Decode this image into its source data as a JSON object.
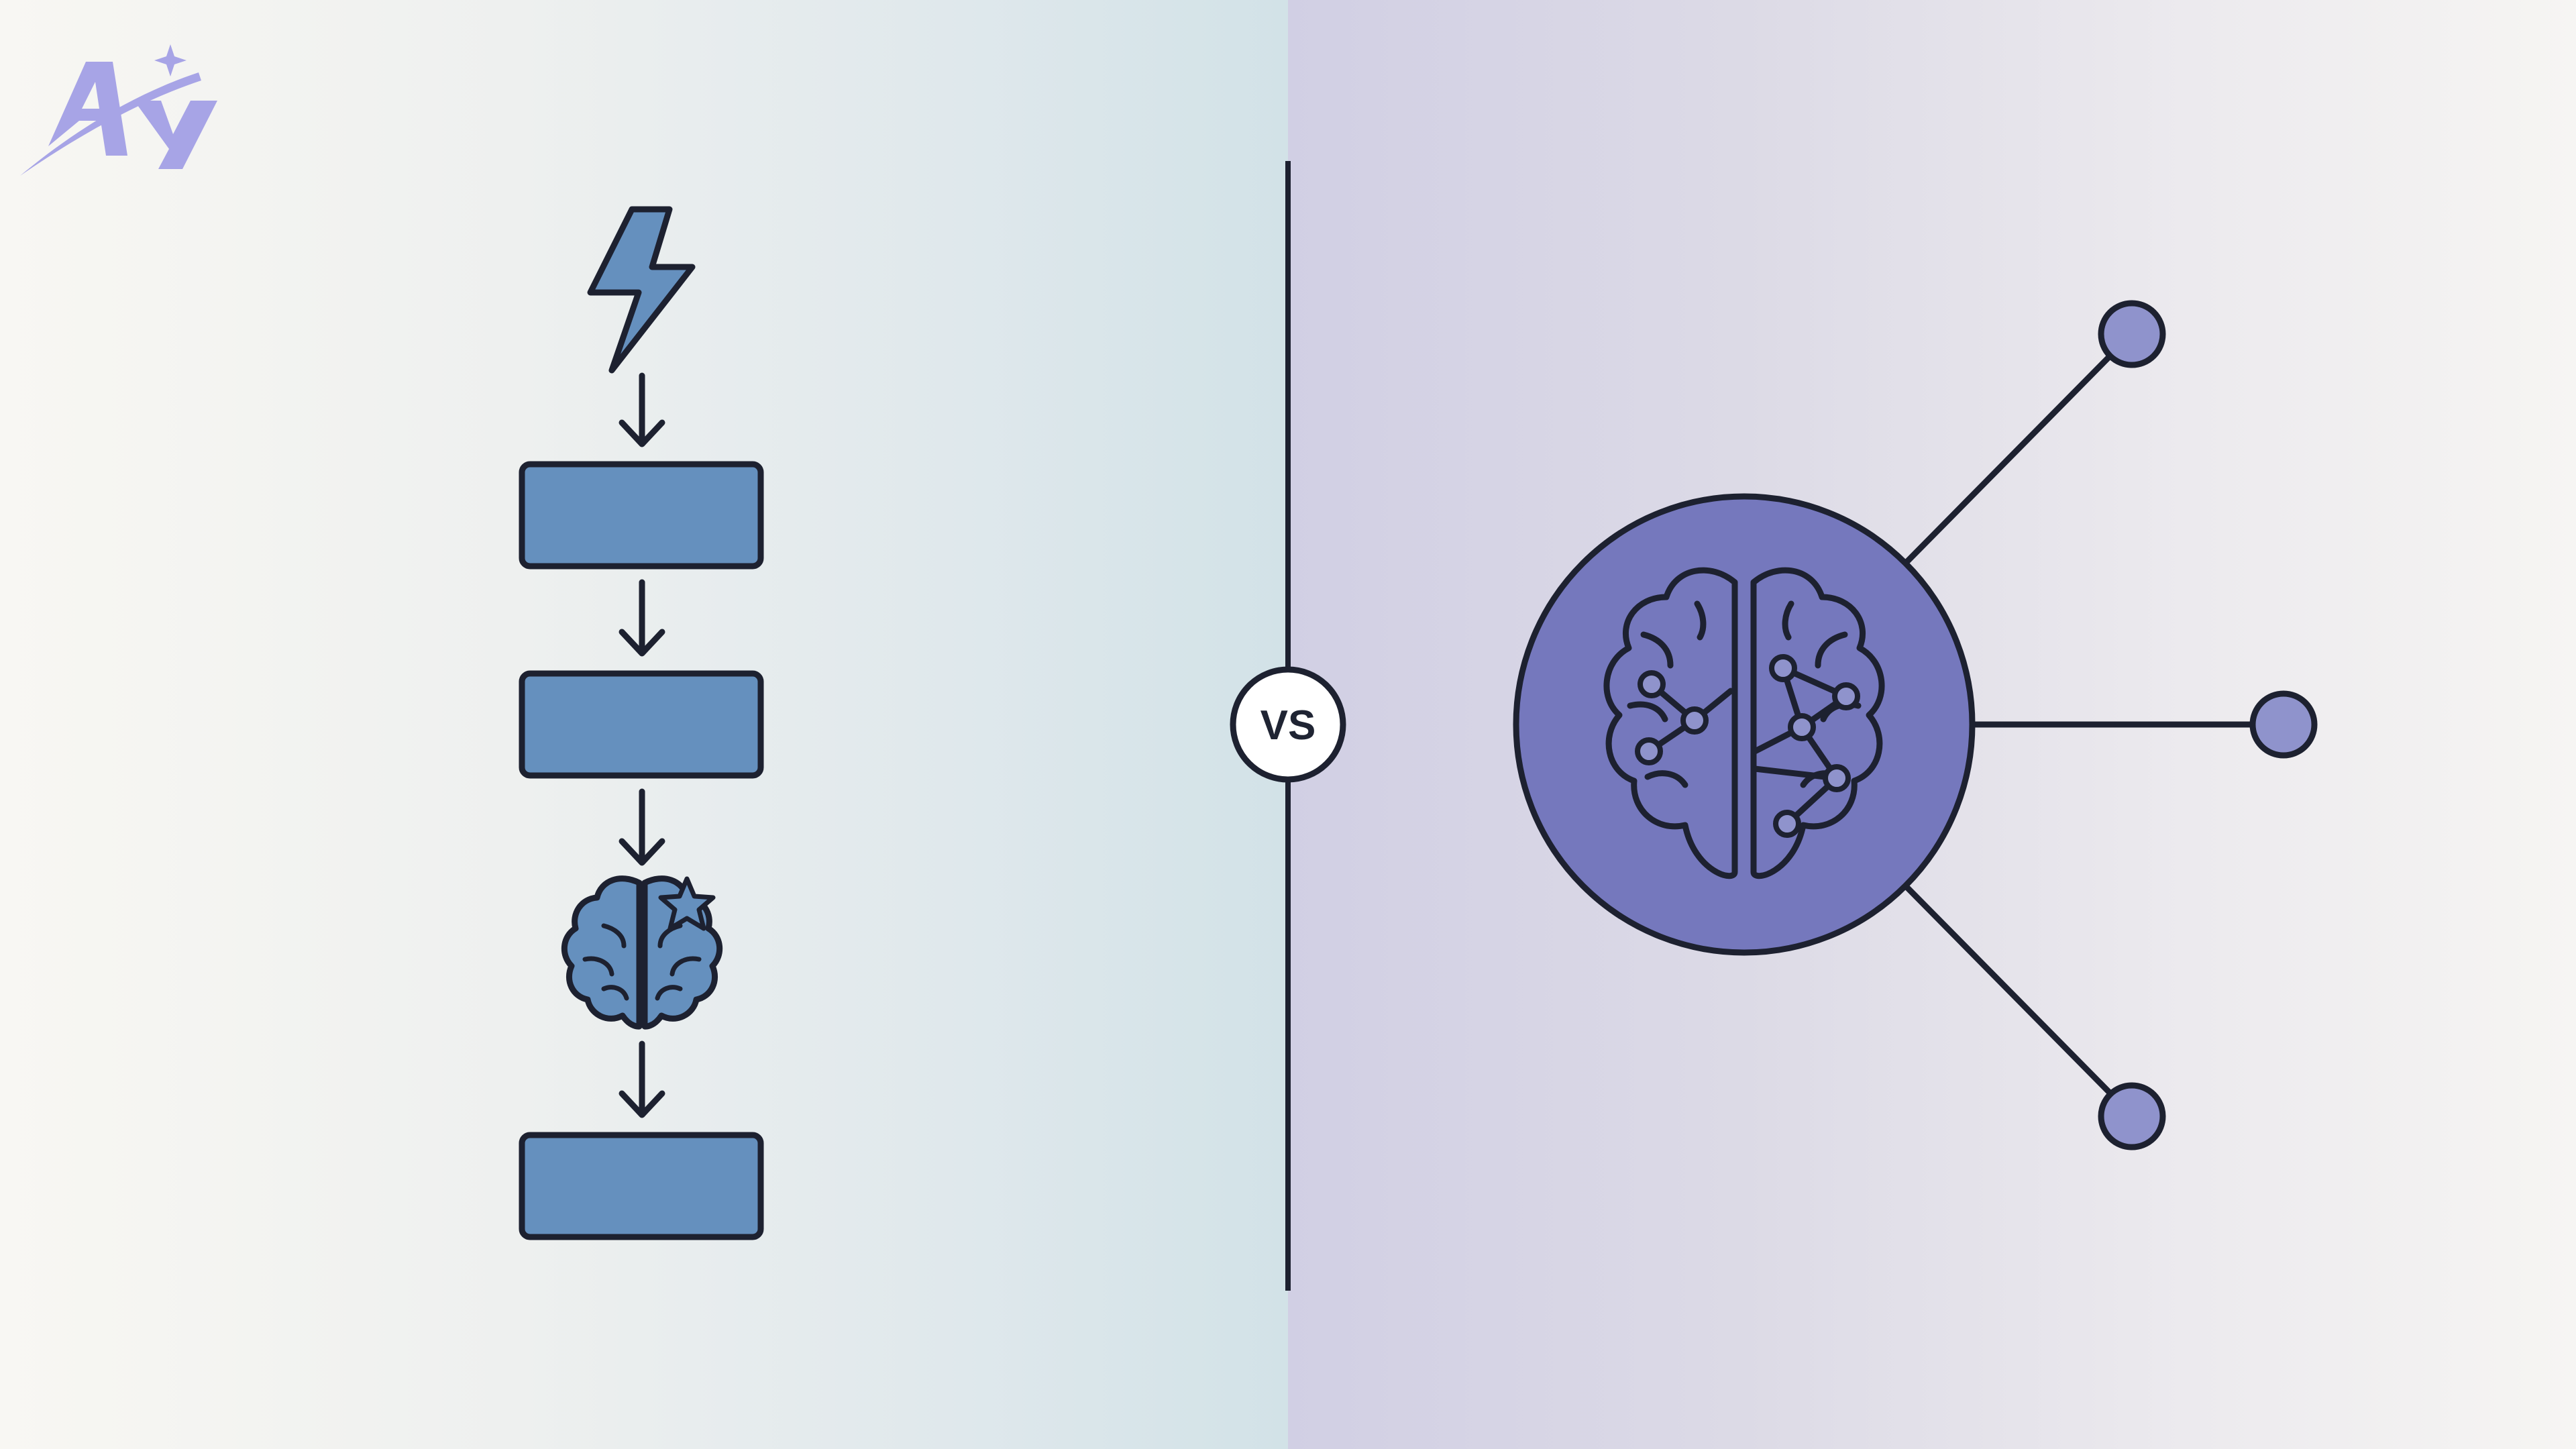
{
  "divider": {
    "label": "VS"
  },
  "left_panel": {
    "steps": [
      "lightning-trigger",
      "process-box",
      "process-box",
      "brain-with-star",
      "process-box"
    ]
  },
  "right_panel": {
    "center": "networked-brain",
    "branch_count": 3
  },
  "colors": {
    "stroke": "#1d2130",
    "steel_blue": "#6590be",
    "periwinkle": "#7578bd",
    "node_fill": "#8f93cc",
    "logo": "#a7a4e6"
  }
}
